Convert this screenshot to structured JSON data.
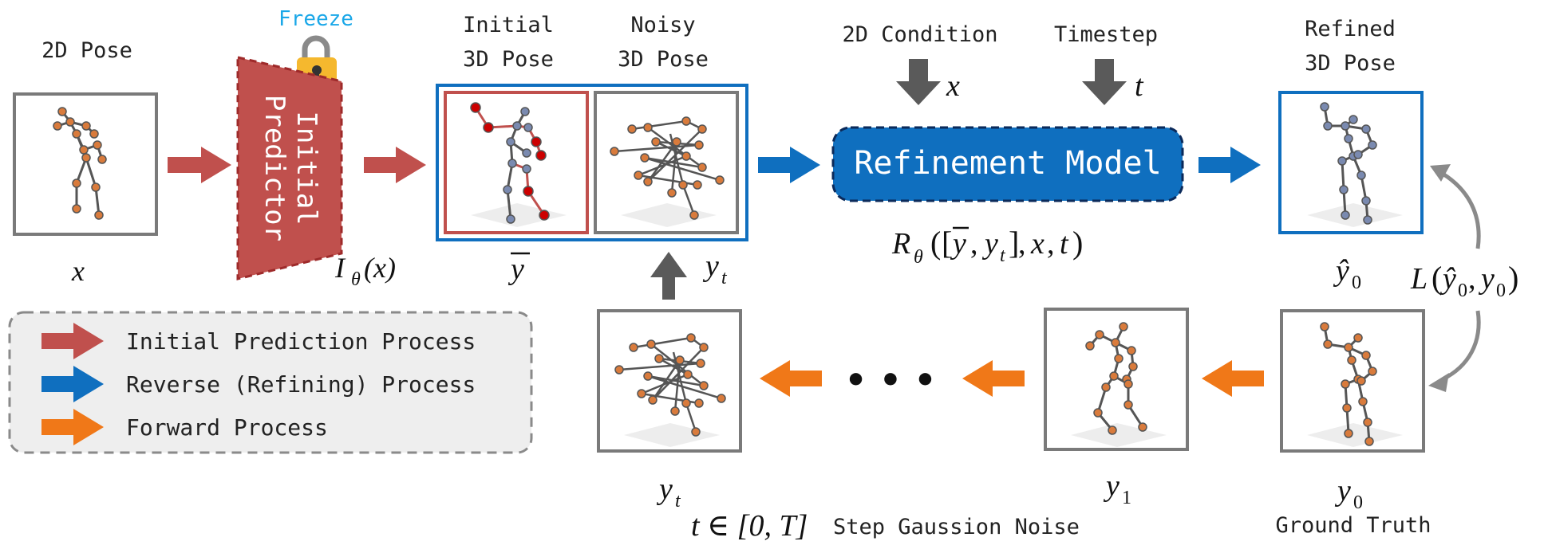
{
  "labels": {
    "pose2d": "2D Pose",
    "freeze": "Freeze",
    "predictor_line1": "Initial",
    "predictor_line2": "Predictor",
    "initial_3d_line1": "Initial",
    "initial_3d_line2": "3D Pose",
    "noisy_3d_line1": "Noisy",
    "noisy_3d_line2": "3D Pose",
    "cond_2d": "2D Condition",
    "timestep": "Timestep",
    "refined_line1": "Refined",
    "refined_line2": "3D Pose",
    "refinement_model": "Refinement Model",
    "step_noise": "Step Gaussion Noise",
    "ground_truth": "Ground Truth"
  },
  "math": {
    "x_input": "x",
    "predictor_fn": "I",
    "predictor_sub": "θ",
    "predictor_arg": "(x)",
    "y_bar": "y",
    "y_t": "y",
    "t_sub": "t",
    "cond_x": "x",
    "cond_t": "t",
    "refine_fn": "R",
    "refine_sub": "θ",
    "y_hat_0": "ŷ",
    "sub_0": "0",
    "loss": "L",
    "y_1": "y",
    "sub_1": "1",
    "y_0": "y",
    "t_range": "t ∈ [0, T]"
  },
  "legend": {
    "items": [
      {
        "label": "Initial Prediction Process",
        "color": "#c0504d"
      },
      {
        "label": "Reverse (Refining) Process",
        "color": "#0f6fbf"
      },
      {
        "label": "Forward Process",
        "color": "#f07818"
      }
    ]
  },
  "ellipsis": "• • •",
  "colors": {
    "red": "#c0504d",
    "blue": "#0f6fbf",
    "orange": "#f07818",
    "gray": "#5a5a5a",
    "freeze": "#1aa7e8",
    "lock": "#f5b82e"
  }
}
